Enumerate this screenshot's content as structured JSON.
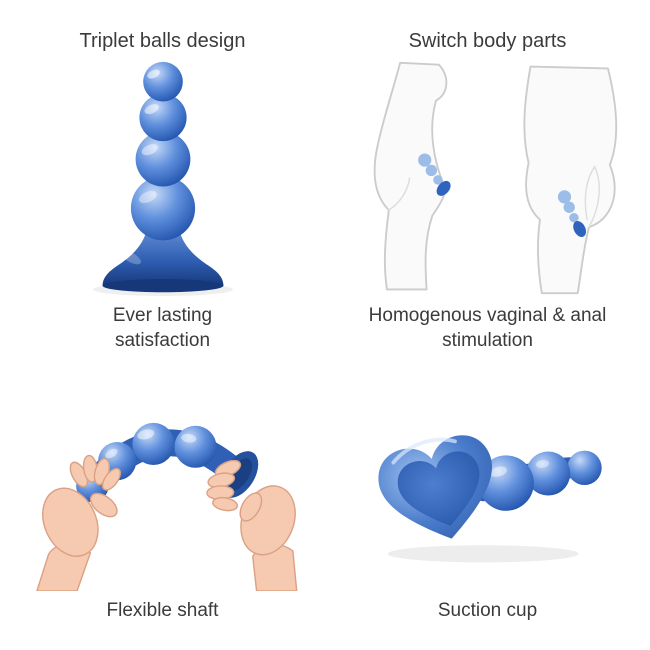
{
  "page": {
    "background": "#ffffff",
    "text_color": "#3b3b3b",
    "product_color_blue": "#3a6cc4",
    "product_color_blue_dark": "#1c4186",
    "product_color_blue_light": "#b9d2f4",
    "skin_color": "#f5cab0",
    "body_outline_color": "#cccccc"
  },
  "features": [
    {
      "title": "Triplet balls design",
      "caption": "Ever lasting satisfaction",
      "illustration": "beaded-plug-upright"
    },
    {
      "title": "Switch body parts",
      "caption": "Homogenous vaginal & anal stimulation",
      "illustration": "two-body-silhouettes-with-plug"
    },
    {
      "title": "",
      "caption": "Flexible shaft",
      "illustration": "hands-bending-plug"
    },
    {
      "title": "",
      "caption": "Suction cup",
      "illustration": "heart-shaped-suction-cup-base"
    }
  ]
}
